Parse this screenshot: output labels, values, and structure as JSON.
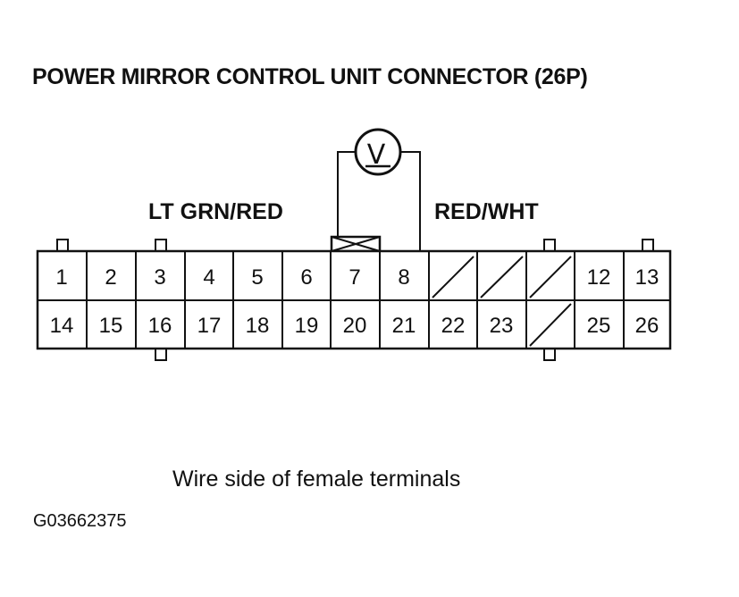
{
  "title": "POWER MIRROR CONTROL UNIT CONNECTOR (26P)",
  "wire_labels": {
    "left": "LT GRN/RED",
    "right": "RED/WHT"
  },
  "meter": {
    "icon": "voltmeter-icon",
    "symbol": "V"
  },
  "probed_terminals": [
    "7",
    "8"
  ],
  "connector": {
    "pin_count": "26P",
    "top_row": [
      "1",
      "2",
      "3",
      "4",
      "5",
      "6",
      "7",
      "8",
      "",
      "",
      "",
      "12",
      "13"
    ],
    "bottom_row": [
      "14",
      "15",
      "16",
      "17",
      "18",
      "19",
      "20",
      "21",
      "22",
      "23",
      "",
      "25",
      "26"
    ],
    "empty_cavities": [
      "9",
      "10",
      "11",
      "24"
    ]
  },
  "caption": "Wire side of female terminals",
  "figure_id": "G03662375"
}
